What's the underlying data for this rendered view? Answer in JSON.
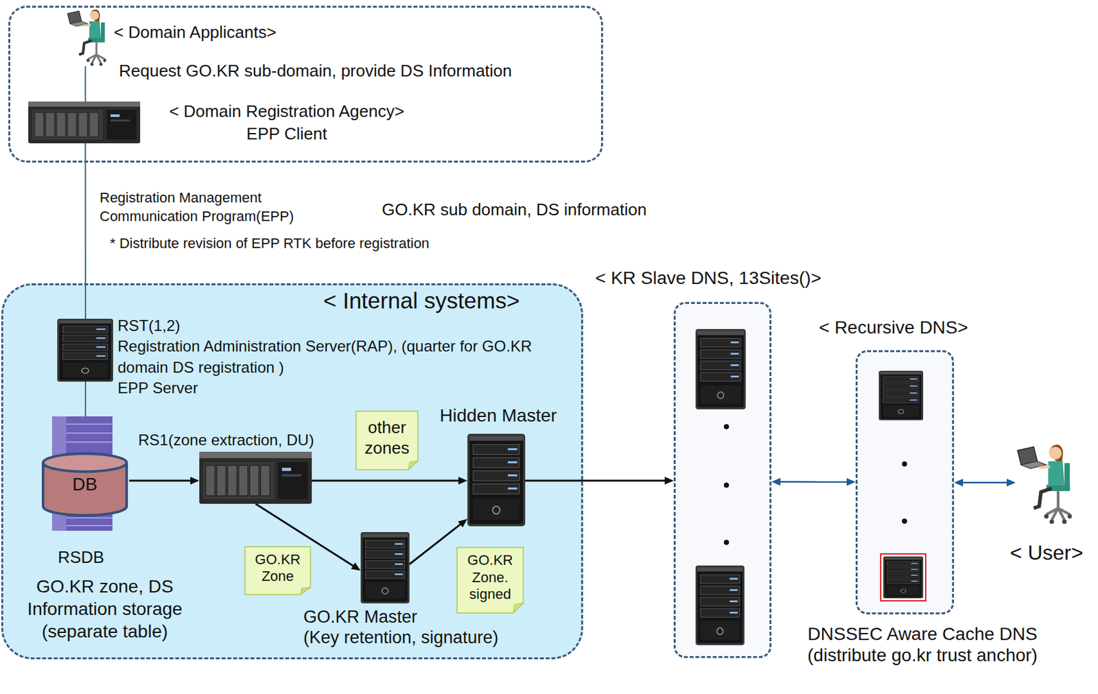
{
  "diagram": {
    "nodes": [
      {
        "text": [
          "Request GO.KR sub-domain, provide DS Information"
        ]
      },
      {
        "text": [
          "< Domain Applicants>"
        ],
        "in": 0
      },
      {
        "text": [
          "< Domain Registration Agency>",
          "EPP Client"
        ],
        "in": 0
      },
      {
        "text": [
          "< Internal systems>"
        ]
      },
      {
        "text": [
          "RST(1,2)",
          "Registration Administration Server(RAP), (quarter for GO.KR domain DS registration )",
          "EPP Server"
        ],
        "in": 3
      },
      {
        "text": [
          "DB",
          "RSDB",
          "GO.KR zone, DS Information storage (separate table)"
        ],
        "in": 3
      },
      {
        "text": [
          "RS1(zone extraction, DU)"
        ],
        "in": 3
      },
      {
        "text": [
          "other zones"
        ],
        "in": 3
      },
      {
        "text": [
          "Hidden Master"
        ],
        "in": 3
      },
      {
        "text": [
          "GO.KR Zone"
        ],
        "in": 3
      },
      {
        "text": [
          "GO.KR Master",
          "(Key retention, signature)"
        ],
        "in": 3
      },
      {
        "text": [
          "GO.KR Zone. signed"
        ],
        "in": 3
      },
      {
        "text": [
          "< KR Slave DNS, 13Sites()>"
        ]
      },
      {
        "text": [
          "< Recursive DNS>",
          "DNSSEC Aware Cache DNS (distribute go.kr trust anchor)"
        ]
      },
      {
        "text": [
          "< User>"
        ]
      }
    ],
    "edges": [
      {
        "from": 1,
        "to": 2,
        "arrow": "none"
      },
      {
        "from": 2,
        "to": 4,
        "arrow": "none"
      },
      {
        "from": 4,
        "to": 5,
        "arrow": "none"
      },
      {
        "from": 5,
        "to": 6,
        "arrow": "to"
      },
      {
        "from": 6,
        "to": 8,
        "arrow": "to"
      },
      {
        "from": 6,
        "to": 10,
        "arrow": "to"
      },
      {
        "from": 10,
        "to": 8,
        "arrow": "to"
      },
      {
        "from": 8,
        "to": 12,
        "arrow": "to"
      },
      {
        "from": 12,
        "to": 13,
        "arrow": "both"
      },
      {
        "from": 13,
        "to": 14,
        "arrow": "both"
      }
    ],
    "labels": [
      "Registration Management Communication Program(EPP)",
      "GO.KR sub domain, DS information",
      "* Distribute revision of EPP RTK before registration"
    ]
  }
}
